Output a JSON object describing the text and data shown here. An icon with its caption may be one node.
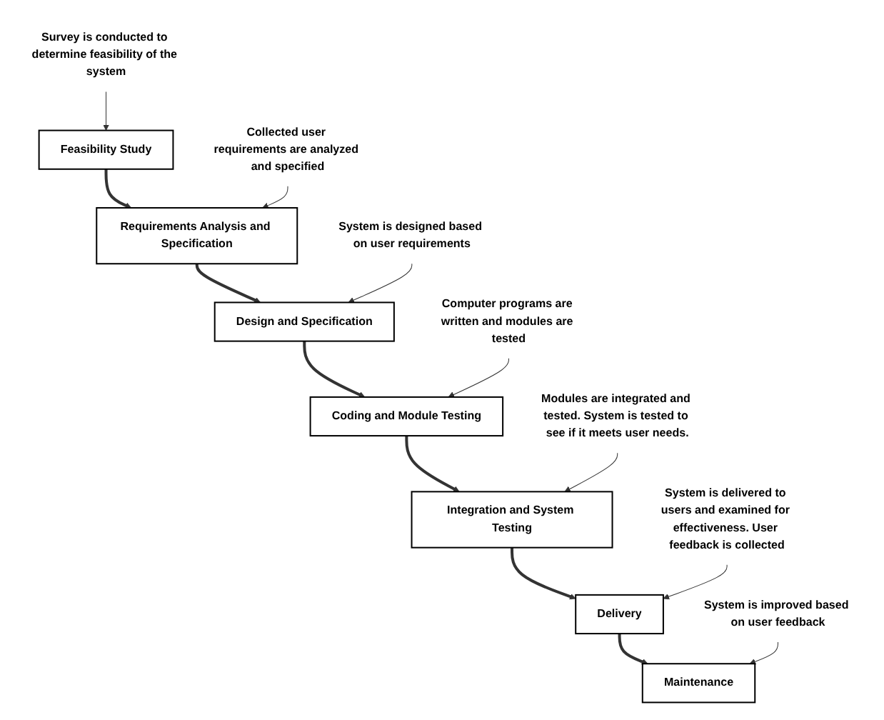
{
  "diagram": {
    "nodes": [
      {
        "text": [
          "Feasibility Study"
        ]
      },
      {
        "text": [
          "Survey is conducted to determine feasibility of the system"
        ]
      },
      {
        "text": [
          "Requirements Analysis and Specification"
        ]
      },
      {
        "text": [
          "Collected user requirements are analyzed and specified"
        ]
      },
      {
        "text": [
          "Design and Specification"
        ]
      },
      {
        "text": [
          "System is designed based on user requirements"
        ]
      },
      {
        "text": [
          "Computer programs are written and modules are tested"
        ]
      },
      {
        "text": [
          "Coding and Module Testing"
        ]
      },
      {
        "text": [
          "Modules are integrated and tested. System is tested to see if it meets user needs."
        ]
      },
      {
        "text": [
          "Integration and System Testing"
        ]
      },
      {
        "text": [
          "System is delivered to users and examined for effectiveness. User feedback is collected"
        ]
      },
      {
        "text": [
          "Delivery"
        ]
      },
      {
        "text": [
          "System is improved based on user feedback"
        ]
      },
      {
        "text": [
          "Maintenance"
        ]
      }
    ],
    "edges": [
      {
        "from": 0,
        "to": 2,
        "arrow": "to",
        "style": "thick"
      },
      {
        "from": 2,
        "to": 4,
        "arrow": "to",
        "style": "thick"
      },
      {
        "from": 4,
        "to": 7,
        "arrow": "to",
        "style": "thick"
      },
      {
        "from": 7,
        "to": 9,
        "arrow": "to",
        "style": "thick"
      },
      {
        "from": 9,
        "to": 11,
        "arrow": "to",
        "style": "thick"
      },
      {
        "from": 11,
        "to": 13,
        "arrow": "to",
        "style": "thick"
      },
      {
        "from": 1,
        "to": 0,
        "arrow": "to"
      },
      {
        "from": 3,
        "to": 2,
        "arrow": "to"
      },
      {
        "from": 5,
        "to": 4,
        "arrow": "to"
      },
      {
        "from": 6,
        "to": 7,
        "arrow": "to"
      },
      {
        "from": 8,
        "to": 9,
        "arrow": "to"
      },
      {
        "from": 10,
        "to": 11,
        "arrow": "to"
      },
      {
        "from": 12,
        "to": 13,
        "arrow": "to"
      }
    ]
  }
}
